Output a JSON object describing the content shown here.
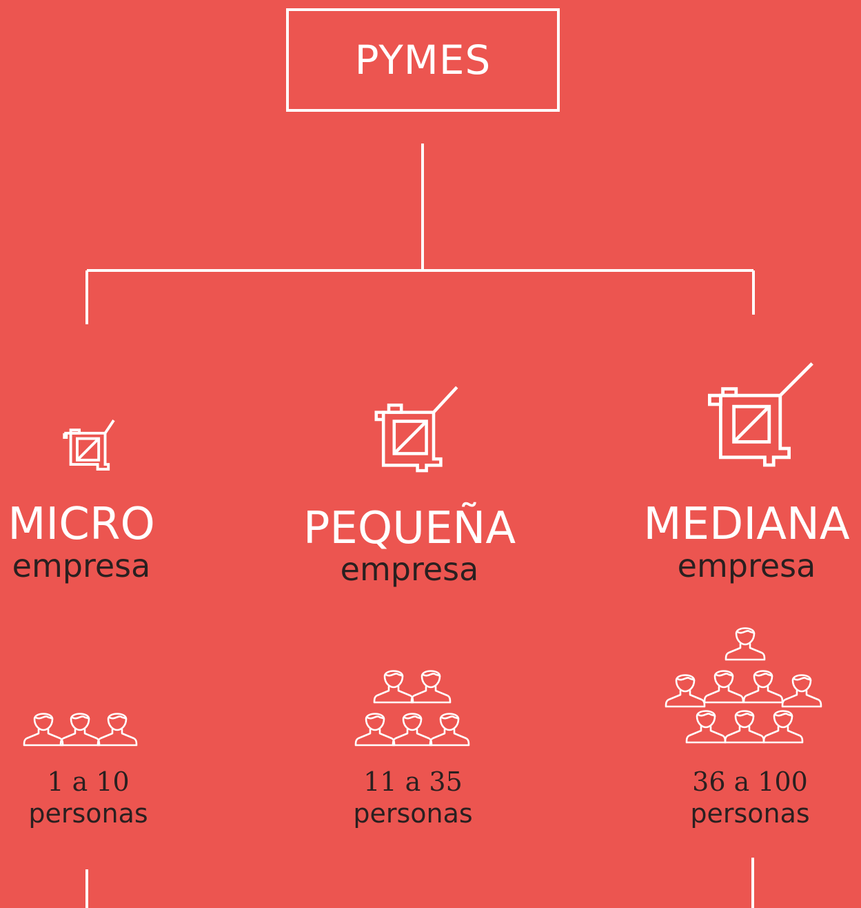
{
  "root": {
    "label": "PYMES"
  },
  "categories": [
    {
      "title": "MICRO",
      "subtitle": "empresa",
      "range": "1 a 10",
      "unit": "personas",
      "icon": "crop-icon",
      "people_icon": "person-icon"
    },
    {
      "title": "PEQUEÑA",
      "subtitle": "empresa",
      "range": "11 a 35",
      "unit": "personas",
      "icon": "crop-icon",
      "people_icon": "person-icon"
    },
    {
      "title": "MEDIANA",
      "subtitle": "empresa",
      "range": "36 a 100",
      "unit": "personas",
      "icon": "crop-icon",
      "people_icon": "person-icon"
    }
  ],
  "colors": {
    "background": "#ec5550",
    "line": "#ffffff",
    "title": "#ffffff",
    "body_text": "#2a2020"
  }
}
